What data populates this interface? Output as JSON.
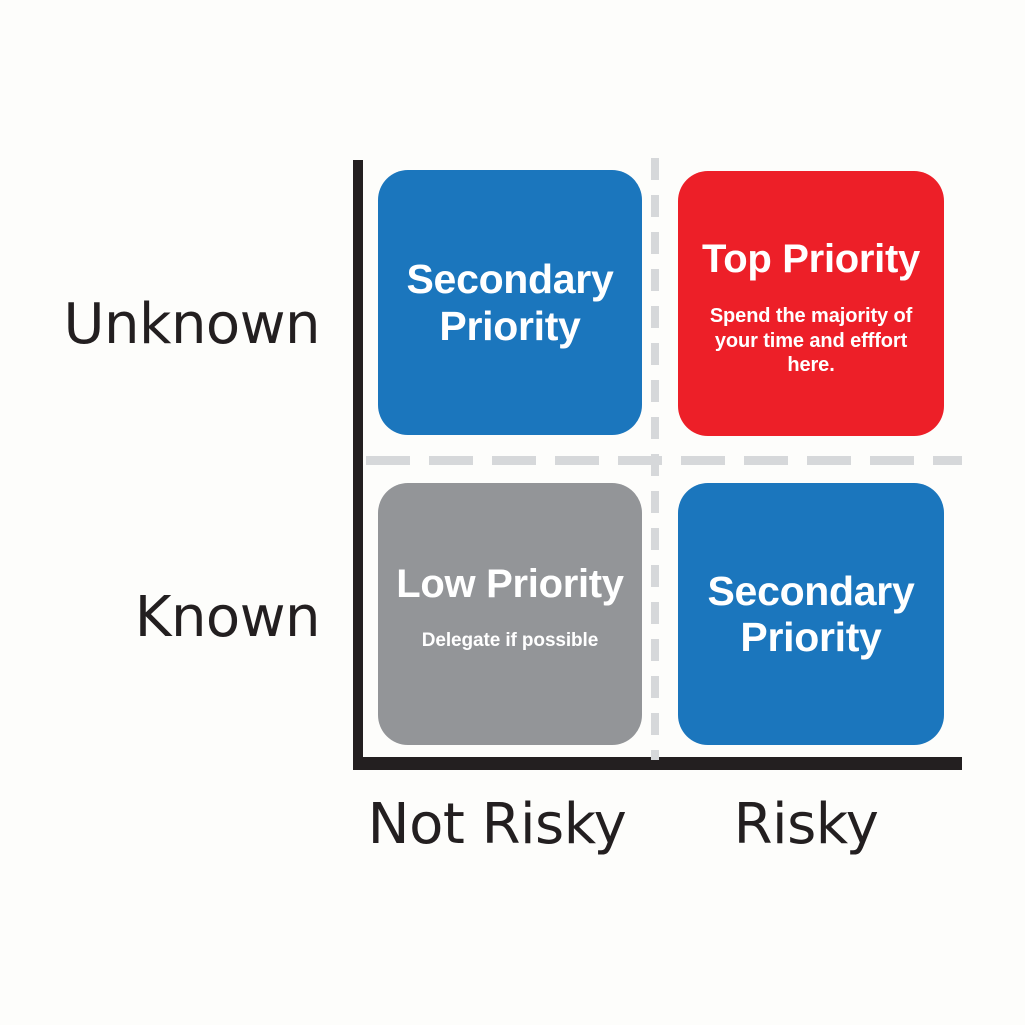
{
  "diagram": {
    "type": "2x2-priority-matrix",
    "background_color": "#fdfdfb",
    "axis_color": "#231f20",
    "divider_color": "#d6d8da"
  },
  "axes": {
    "y": {
      "labels": [
        {
          "text": "Unknown",
          "position": "top"
        },
        {
          "text": "Known",
          "position": "bottom"
        }
      ]
    },
    "x": {
      "labels": [
        {
          "text": "Not Risky",
          "position": "left"
        },
        {
          "text": "Risky",
          "position": "right"
        }
      ]
    }
  },
  "quadrants": [
    {
      "id": "unknown-not-risky",
      "title": "Secondary\nPriority",
      "title_line1": "Secondary",
      "title_line2": "Priority",
      "subtitle": "",
      "color": "#1b76bd",
      "text_color": "#ffffff"
    },
    {
      "id": "unknown-risky",
      "title": "Top Priority",
      "subtitle": "Spend the majority of your time and efffort here.",
      "color": "#ed1f28",
      "text_color": "#ffffff"
    },
    {
      "id": "known-not-risky",
      "title": "Low Priority",
      "subtitle": "Delegate if possible",
      "color": "#939598",
      "text_color": "#ffffff"
    },
    {
      "id": "known-risky",
      "title": "Secondary\nPriority",
      "title_line1": "Secondary",
      "title_line2": "Priority",
      "subtitle": "",
      "color": "#1b76bd",
      "text_color": "#ffffff"
    }
  ]
}
